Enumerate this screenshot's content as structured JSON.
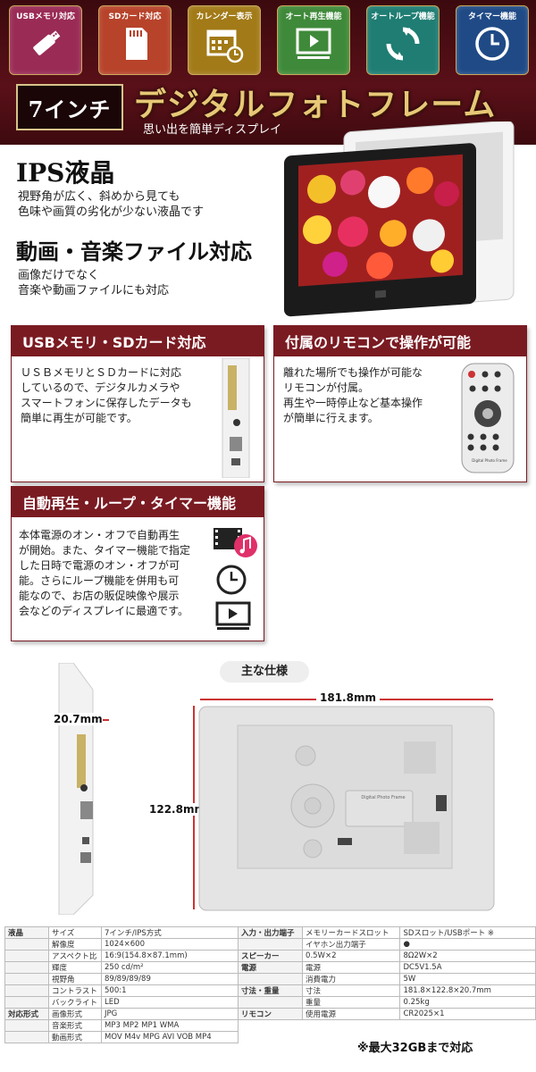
{
  "feature_tiles": [
    {
      "label": "USBメモリ対応",
      "color": "#9a2b55",
      "icon": "usb-stick-icon"
    },
    {
      "label": "SDカード対応",
      "color": "#b7432a",
      "icon": "sd-card-icon"
    },
    {
      "label": "カレンダー表示",
      "color": "#a27a17",
      "icon": "calendar-icon"
    },
    {
      "label": "オート再生機能",
      "color": "#3f8a3a",
      "icon": "play-icon"
    },
    {
      "label": "オートループ機能",
      "color": "#1f7d73",
      "icon": "loop-icon"
    },
    {
      "label": "タイマー機能",
      "color": "#1f4a86",
      "icon": "timer-icon"
    }
  ],
  "header": {
    "size_badge": "7インチ",
    "title": "デジタルフォトフレーム",
    "subtitle": "思い出を簡単ディスプレイ"
  },
  "intro": {
    "ips_title": "IPS液晶",
    "ips_lines": [
      "視野角が広く、斜めから見ても",
      "色味や画質の劣化が少ない液晶です"
    ],
    "media_title": "動画・音楽ファイル対応",
    "media_lines": [
      "画像だけでなく",
      "音楽や動画ファイルにも対応"
    ]
  },
  "sections": {
    "usb": {
      "title": "USBメモリ・SDカード対応",
      "lines": [
        "ＵＳＢメモリとＳＤカードに対応",
        "しているので、デジタルカメラや",
        "スマートフォンに保存したデータも",
        "簡単に再生が可能です。"
      ]
    },
    "remote": {
      "title": "付属のリモコンで操作が可能",
      "lines": [
        "離れた場所でも操作が可能な",
        "リモコンが付属。",
        "再生や一時停止など基本操作",
        "が簡単に行えます。"
      ],
      "remote_label": "Digital Photo Frame"
    },
    "auto": {
      "title": "自動再生・ループ・タイマー機能",
      "lines": [
        "本体電源のオン・オフで自動再生",
        "が開始。また、タイマー機能で指定",
        "した日時で電源のオン・オフが可",
        "能。さらにループ機能を併用も可",
        "能なので、お店の販促映像や展示",
        "会などのディスプレイに最適です。"
      ]
    }
  },
  "specs_heading": "主な仕様",
  "dimensions": {
    "width": "181.8mm",
    "height": "122.8mm",
    "depth": "20.7mm"
  },
  "spec_left": [
    [
      "液晶",
      "サイズ",
      "7インチ/IPS方式"
    ],
    [
      "",
      "解像度",
      "1024×600"
    ],
    [
      "",
      "アスペクト比",
      "16:9(154.8×87.1mm)"
    ],
    [
      "",
      "輝度",
      "250 cd/m²"
    ],
    [
      "",
      "視野角",
      "89/89/89/89"
    ],
    [
      "",
      "コントラスト",
      "500:1"
    ],
    [
      "",
      "バックライト",
      "LED"
    ],
    [
      "対応形式",
      "画像形式",
      "JPG"
    ],
    [
      "",
      "音楽形式",
      "MP3 MP2 MP1 WMA"
    ],
    [
      "",
      "動画形式",
      "MOV M4v MPG AVI VOB MP4"
    ]
  ],
  "spec_right": [
    [
      "入力・出力端子",
      "メモリーカードスロット",
      "SDスロット/USBポート ※"
    ],
    [
      "",
      "イヤホン出力端子",
      "●"
    ],
    [
      "スピーカー",
      "0.5W×2",
      "8Ω2W×2"
    ],
    [
      "電源",
      "電源",
      "DC5V1.5A"
    ],
    [
      "",
      "消費電力",
      "5W"
    ],
    [
      "寸法・重量",
      "寸法",
      "181.8×122.8×20.7mm"
    ],
    [
      "",
      "重量",
      "0.25kg"
    ],
    [
      "リモコン",
      "使用電源",
      "CR2025×1"
    ]
  ],
  "footnote": "※最大32GBまで対応",
  "rear_label": "Digital Photo Frame"
}
